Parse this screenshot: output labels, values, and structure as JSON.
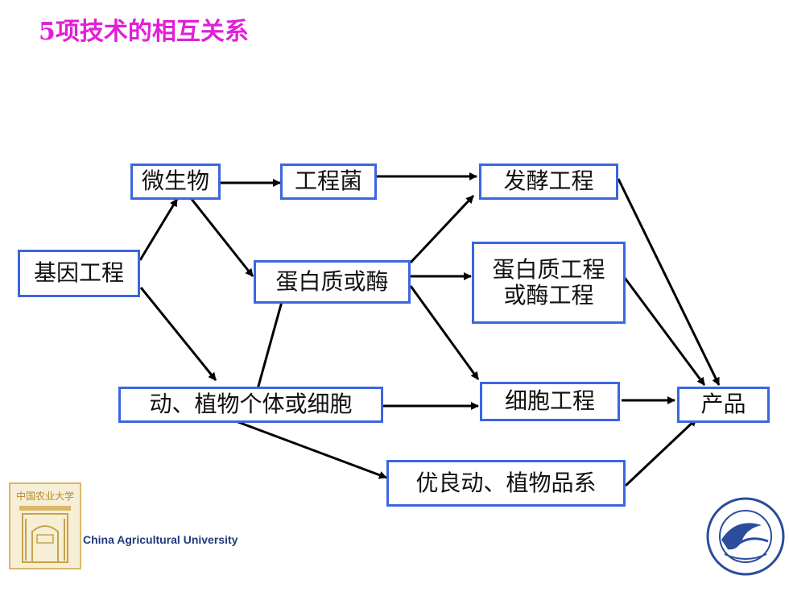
{
  "title": "5项技术的相互关系",
  "nodes": {
    "microbe": "微生物",
    "engineered_bacteria": "工程菌",
    "fermentation": "发酵工程",
    "gene_engineering": "基因工程",
    "protein_enzyme": "蛋白质或酶",
    "protein_engineering": [
      "蛋白质工程",
      "或酶工程"
    ],
    "organism_cell": "动、植物个体或细胞",
    "cell_engineering": "细胞工程",
    "product": "产品",
    "fine_breeds": "优良动、植物品系"
  },
  "footer": {
    "university_name": "China Agricultural University"
  },
  "colors": {
    "title": "#e21ed8",
    "node_border": "#3a66e0",
    "arrow": "#000000"
  }
}
